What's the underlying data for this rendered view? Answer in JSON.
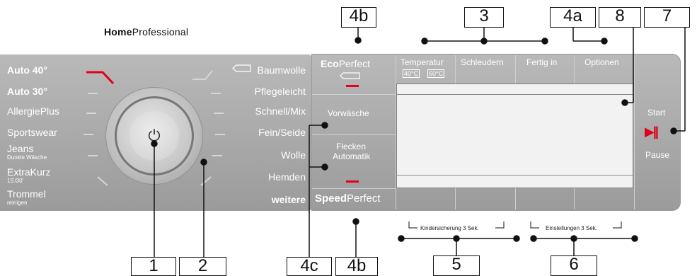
{
  "brand": {
    "bold": "Home",
    "regular": "Professional"
  },
  "left_programs": [
    {
      "label": "Auto 40°",
      "bold": true
    },
    {
      "label": "Auto 30°",
      "bold": true
    },
    {
      "label": "AllergiePlus",
      "bold": false
    },
    {
      "label": "Sportswear",
      "bold": false
    },
    {
      "label": "Jeans",
      "bold": false,
      "sub": "Dunkle Wäsche"
    },
    {
      "label": "ExtraKurz",
      "bold": false,
      "sub": "15'/30'"
    },
    {
      "label": "Trommel",
      "bold": false,
      "sub": "reinigen"
    }
  ],
  "right_programs": [
    {
      "label": "Baumwolle",
      "bold": false
    },
    {
      "label": "Pflegeleicht",
      "bold": false
    },
    {
      "label": "Schnell/Mix",
      "bold": false
    },
    {
      "label": "Fein/Seide",
      "bold": false
    },
    {
      "label": "Wolle",
      "bold": false
    },
    {
      "label": "Hemden",
      "bold": false
    },
    {
      "label": "weitere",
      "bold": true
    }
  ],
  "power_symbol": "⏻",
  "buttons": {
    "eco_bold": "Eco",
    "eco_regular": "Perfect",
    "vorwaesche": "Vorwäsche",
    "flecken_line1": "Flecken",
    "flecken_line2": "Automatik",
    "speed_bold": "Speed",
    "speed_regular": "Perfect"
  },
  "display_tabs": {
    "temperatur": "Temperatur",
    "temp_opt1": "40°C",
    "temp_opt2": "60°C",
    "schleudern": "Schleudern",
    "fertig_in": "Fertig in",
    "optionen": "Optionen"
  },
  "start_pause": {
    "start": "Start",
    "pause": "Pause",
    "icon": "▶||"
  },
  "captions": {
    "kindersicherung": "Kindersicherung 3 Sek.",
    "einstellungen": "Einstellungen 3 Sek."
  },
  "callouts": {
    "c1": "1",
    "c2": "2",
    "c3": "3",
    "c4a": "4a",
    "c4b_top": "4b",
    "c4b_bottom": "4b",
    "c4c": "4c",
    "c5": "5",
    "c6": "6",
    "c7": "7",
    "c8": "8"
  },
  "colors": {
    "panel": "#aaaaaa",
    "accent_red": "#e2001a",
    "display": "#f2f2f2"
  },
  "icons": [
    "power-icon",
    "play-pause-icon",
    "baumwolle-tag-icon",
    "eco-tag-icon"
  ]
}
